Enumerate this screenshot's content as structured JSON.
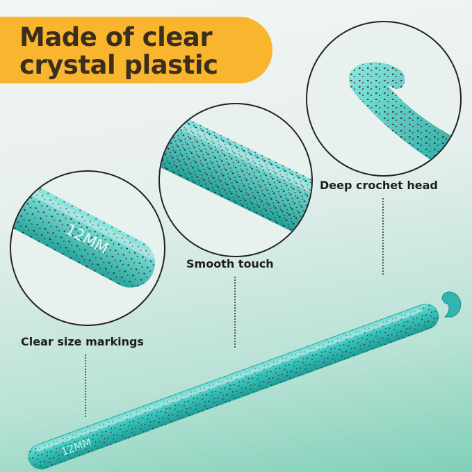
{
  "banner": {
    "line1": "Made of clear",
    "line2": "crystal plastic",
    "color": "#fab52e"
  },
  "callouts": {
    "head": "Deep crochet head",
    "smooth": "Smooth touch",
    "markings": "Clear size markings"
  },
  "product": {
    "marking_text": "12MM",
    "body_color": "#3ec9c0"
  }
}
